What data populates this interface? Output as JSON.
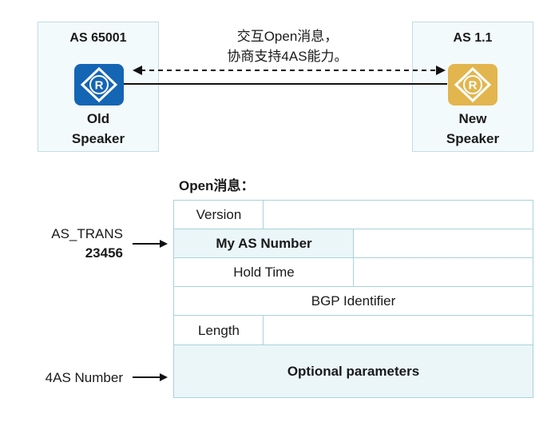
{
  "left_as": {
    "title": "AS 65001",
    "speaker_line1": "Old",
    "speaker_line2": "Speaker",
    "color": "#1565b5"
  },
  "right_as": {
    "title": "AS 1.1",
    "speaker_line1": "New",
    "speaker_line2": "Speaker",
    "color": "#e3b54e"
  },
  "message": {
    "line1": "交互Open消息，",
    "line2": "协商支持4AS能力。"
  },
  "open_msg": {
    "heading": "Open消息：",
    "fields": {
      "version": "Version",
      "my_as": "My AS Number",
      "hold_time": "Hold Time",
      "bgp_id": "BGP Identifier",
      "length": "Length",
      "optional": "Optional parameters"
    }
  },
  "annotations": {
    "as_trans_label": "AS_TRANS",
    "as_trans_value": "23456",
    "four_as_label": "4AS Number"
  }
}
